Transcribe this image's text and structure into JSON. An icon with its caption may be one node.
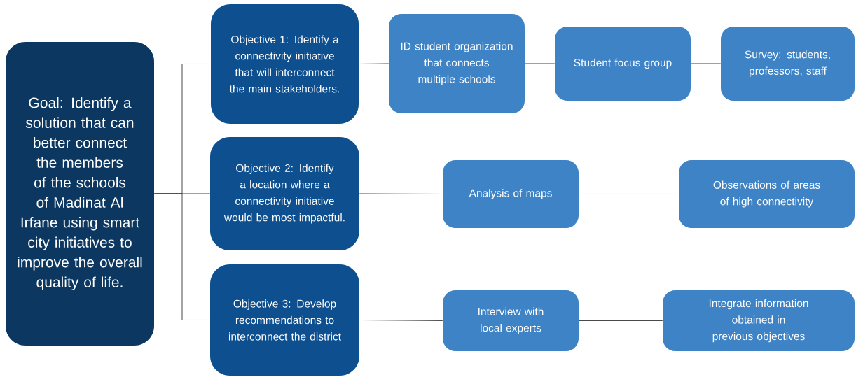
{
  "diagram": {
    "nodes": [
      {
        "text": [
          "Goal: Identify a solution that can better connect the members of the schools of Madinat Al Irfane using smart city initiatives to improve the overall quality of life."
        ]
      },
      {
        "text": [
          "Objective 1: Identify a connectivity initiative that will interconnect the main stakeholders."
        ]
      },
      {
        "text": [
          "Objective 2: Identify a location where a connectivity initiative would be most impactful."
        ]
      },
      {
        "text": [
          "Objective 3: Develop recommendations to interconnect the district"
        ]
      },
      {
        "text": [
          "ID student organization that connects multiple schools"
        ]
      },
      {
        "text": [
          "Student focus group"
        ]
      },
      {
        "text": [
          "Survey: students, professors, staff"
        ]
      },
      {
        "text": [
          "Analysis of maps"
        ]
      },
      {
        "text": [
          "Observations of areas of high connectivity"
        ]
      },
      {
        "text": [
          "Interview with local experts"
        ]
      },
      {
        "text": [
          "Integrate information obtained in previous objectives"
        ]
      }
    ],
    "edges": [
      {
        "from": 0,
        "to": 1,
        "arrow": "none"
      },
      {
        "from": 0,
        "to": 2,
        "arrow": "none"
      },
      {
        "from": 0,
        "to": 3,
        "arrow": "none"
      },
      {
        "from": 1,
        "to": 4,
        "arrow": "none"
      },
      {
        "from": 4,
        "to": 5,
        "arrow": "none"
      },
      {
        "from": 5,
        "to": 6,
        "arrow": "none"
      },
      {
        "from": 2,
        "to": 7,
        "arrow": "none"
      },
      {
        "from": 7,
        "to": 8,
        "arrow": "none"
      },
      {
        "from": 3,
        "to": 9,
        "arrow": "none"
      },
      {
        "from": 9,
        "to": 10,
        "arrow": "none"
      }
    ]
  }
}
